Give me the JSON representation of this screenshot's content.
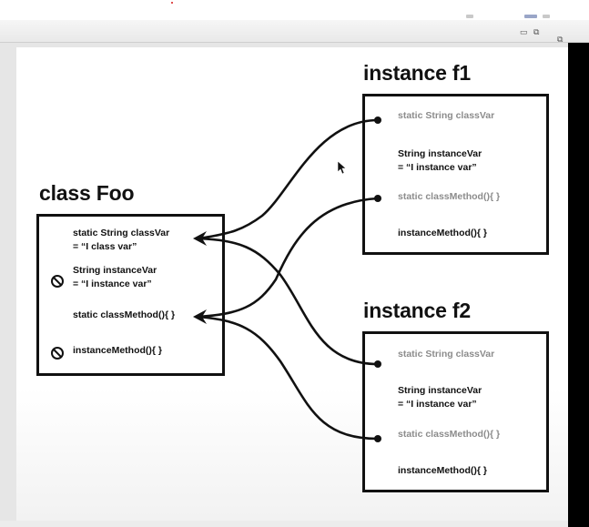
{
  "class_foo": {
    "title": "class Foo",
    "items": [
      {
        "line1": "static String classVar",
        "line2": "= “I class var”"
      },
      {
        "line1": "String instanceVar",
        "line2": "= “I instance var”",
        "icon": "prohibited-icon"
      },
      {
        "line1": "static classMethod(){   }"
      },
      {
        "line1": "instanceMethod(){   }",
        "icon": "prohibited-icon"
      }
    ]
  },
  "instance_f1": {
    "title": "instance f1",
    "items": [
      {
        "line1": "static String classVar",
        "style": "gray"
      },
      {
        "line1": "String instanceVar",
        "line2": "= “I instance var”"
      },
      {
        "line1": "static classMethod(){   }",
        "style": "gray"
      },
      {
        "line1": "instanceMethod(){   }"
      }
    ]
  },
  "instance_f2": {
    "title": "instance f2",
    "items": [
      {
        "line1": "static String classVar",
        "style": "gray"
      },
      {
        "line1": "String instanceVar",
        "line2": "= “I instance var”"
      },
      {
        "line1": "static classMethod(){   }",
        "style": "gray"
      },
      {
        "line1": "instanceMethod(){   }"
      }
    ]
  },
  "colors": {
    "ink": "#111111",
    "static_member": "#8c8c8c",
    "background": "#ffffff"
  },
  "icons": [
    "prohibited-icon",
    "arrowhead-icon",
    "connector-dot-icon",
    "mouse-cursor-icon"
  ]
}
